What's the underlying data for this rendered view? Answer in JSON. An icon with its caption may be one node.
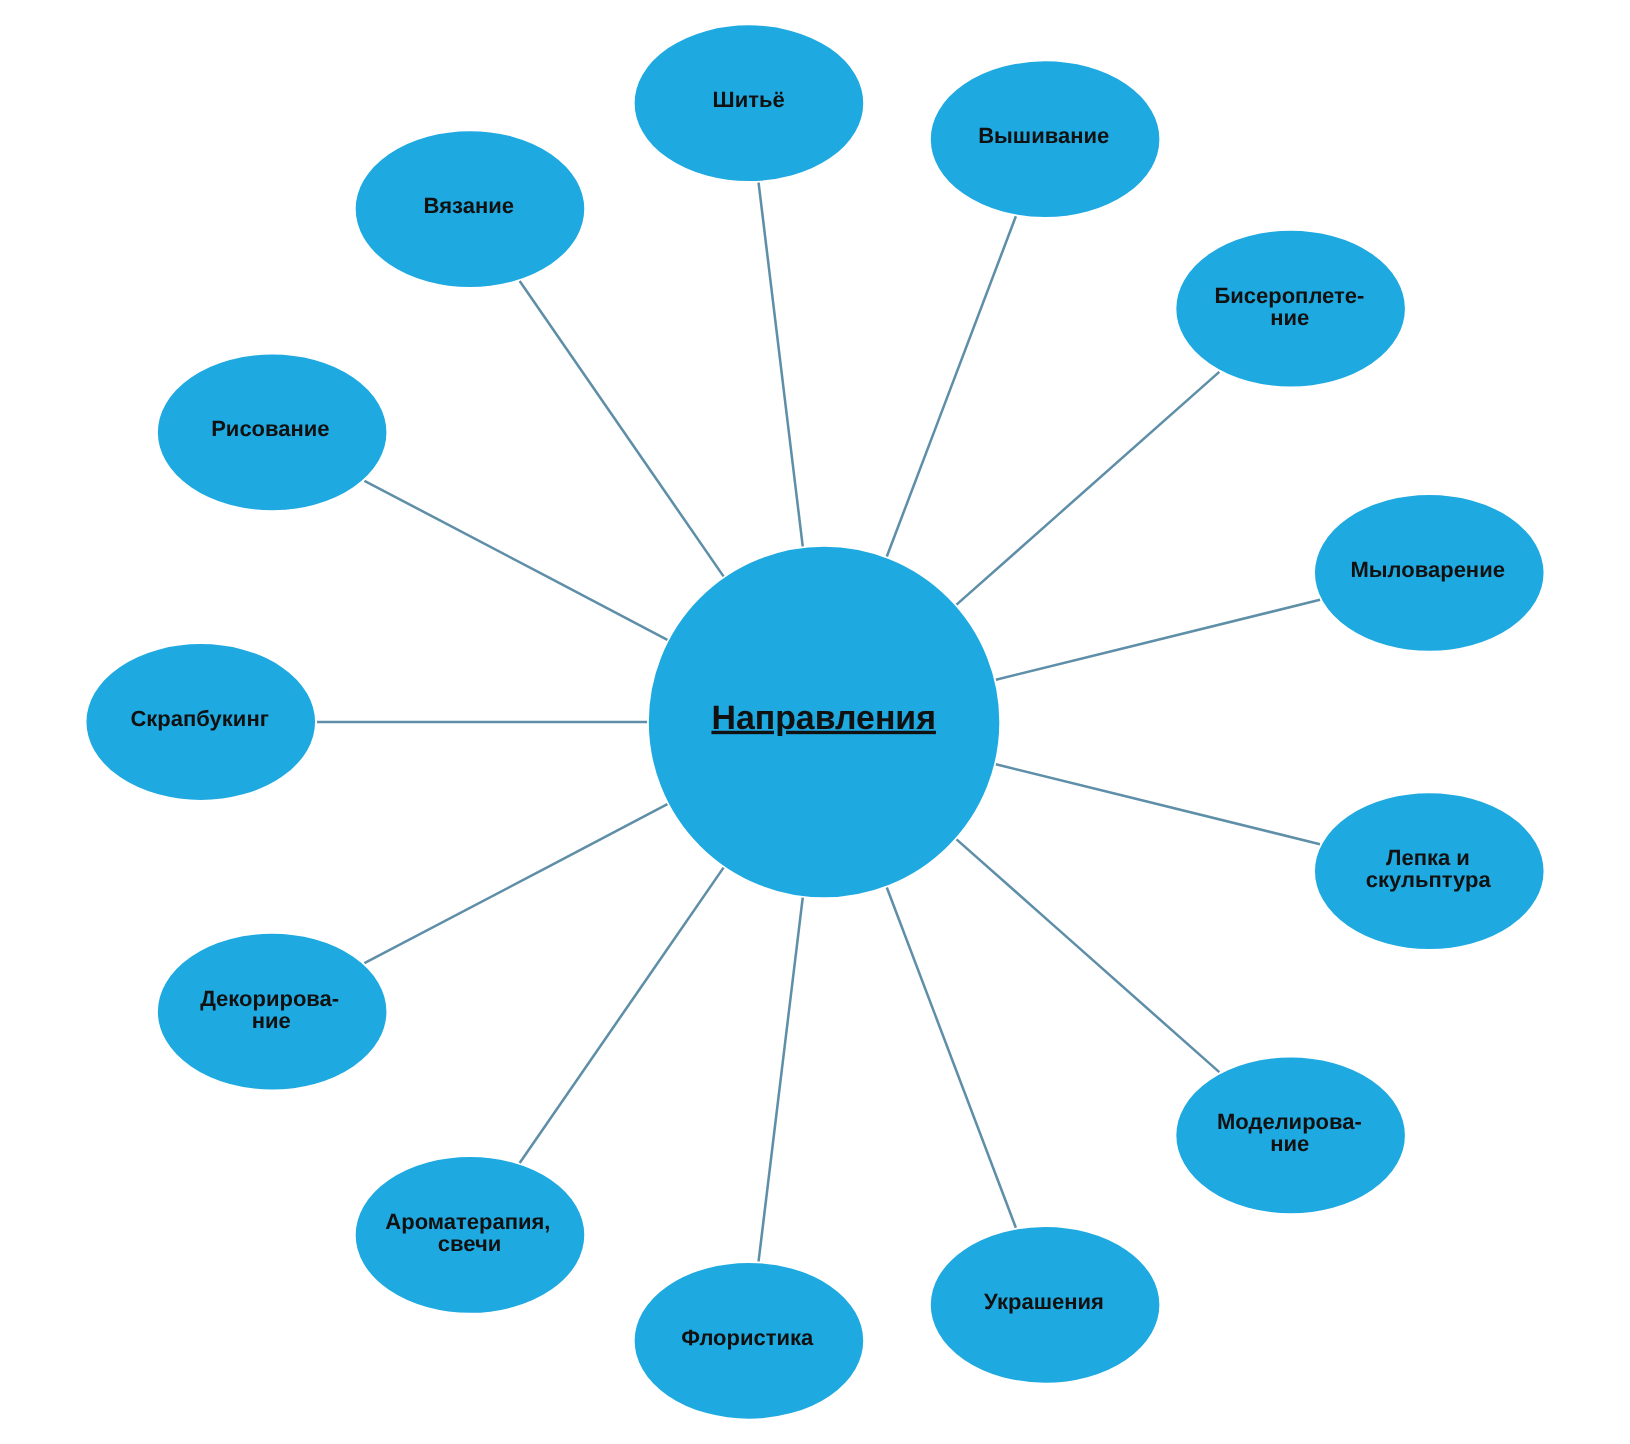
{
  "diagram": {
    "nodes": [
      {
        "text": [
          "Направления"
        ]
      },
      {
        "text": [
          "Мыловарение"
        ]
      },
      {
        "text": [
          "Бисероплете- ние"
        ]
      },
      {
        "text": [
          "Вышивание"
        ]
      },
      {
        "text": [
          "Шитьё"
        ]
      },
      {
        "text": [
          "Вязание"
        ]
      },
      {
        "text": [
          "Рисование"
        ]
      },
      {
        "text": [
          "Скрапбукинг"
        ]
      },
      {
        "text": [
          "Декорирова- ние"
        ]
      },
      {
        "text": [
          "Ароматерапия, свечи"
        ]
      },
      {
        "text": [
          "Флористика"
        ]
      },
      {
        "text": [
          "Украшения"
        ]
      },
      {
        "text": [
          "Моделирова- ние"
        ]
      },
      {
        "text": [
          "Лепка и скульптура"
        ]
      }
    ],
    "edges": [
      {
        "from": 0,
        "to": 1,
        "arrow": "none"
      },
      {
        "from": 0,
        "to": 2,
        "arrow": "none"
      },
      {
        "from": 0,
        "to": 3,
        "arrow": "none"
      },
      {
        "from": 0,
        "to": 4,
        "arrow": "none"
      },
      {
        "from": 0,
        "to": 5,
        "arrow": "none"
      },
      {
        "from": 0,
        "to": 6,
        "arrow": "none"
      },
      {
        "from": 0,
        "to": 7,
        "arrow": "none"
      },
      {
        "from": 0,
        "to": 8,
        "arrow": "none"
      },
      {
        "from": 0,
        "to": 9,
        "arrow": "none"
      },
      {
        "from": 0,
        "to": 10,
        "arrow": "none"
      },
      {
        "from": 0,
        "to": 11,
        "arrow": "none"
      },
      {
        "from": 0,
        "to": 12,
        "arrow": "none"
      },
      {
        "from": 0,
        "to": 13,
        "arrow": "none"
      }
    ]
  }
}
